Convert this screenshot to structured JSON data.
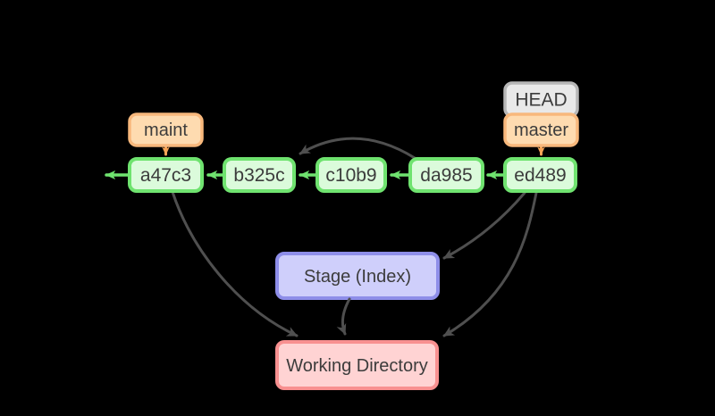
{
  "diagram": {
    "commits": [
      {
        "id": "a47c3"
      },
      {
        "id": "b325c"
      },
      {
        "id": "c10b9"
      },
      {
        "id": "da985"
      },
      {
        "id": "ed489"
      }
    ],
    "refs": {
      "head": {
        "label": "HEAD"
      },
      "master": {
        "label": "master"
      },
      "maint": {
        "label": "maint"
      }
    },
    "areas": {
      "stage": {
        "label": "Stage (Index)"
      },
      "working": {
        "label": "Working Directory"
      }
    },
    "edges": {
      "parent_links": [
        {
          "from": "ed489",
          "to": "da985"
        },
        {
          "from": "da985",
          "to": "c10b9"
        },
        {
          "from": "c10b9",
          "to": "b325c"
        },
        {
          "from": "b325c",
          "to": "a47c3"
        },
        {
          "from": "a47c3",
          "to": "older-history"
        }
      ],
      "ref_links": [
        {
          "from": "maint",
          "to": "a47c3"
        },
        {
          "from": "master",
          "to": "ed489"
        }
      ],
      "flow_links": [
        {
          "from": "da985",
          "to": "b325c"
        },
        {
          "from": "ed489",
          "to": "stage"
        },
        {
          "from": "ed489",
          "to": "working-directory"
        },
        {
          "from": "stage",
          "to": "working-directory"
        },
        {
          "from": "a47c3",
          "to": "working-directory"
        }
      ]
    },
    "colors": {
      "background": "#000000",
      "commit_fill": "#dbfbdb",
      "commit_border": "#6fe36f",
      "branch_fill": "#fedbb0",
      "branch_border": "#f8b87c",
      "head_fill": "#e9e9e9",
      "head_border": "#b7b7b7",
      "stage_fill": "#cfcffb",
      "stage_border": "#8e8ee9",
      "working_fill": "#ffd3d3",
      "working_border": "#f89090",
      "flow_arrow": "#4f4f4f",
      "ref_arrow": "#f5a356",
      "text": "#3c3c3c"
    }
  }
}
